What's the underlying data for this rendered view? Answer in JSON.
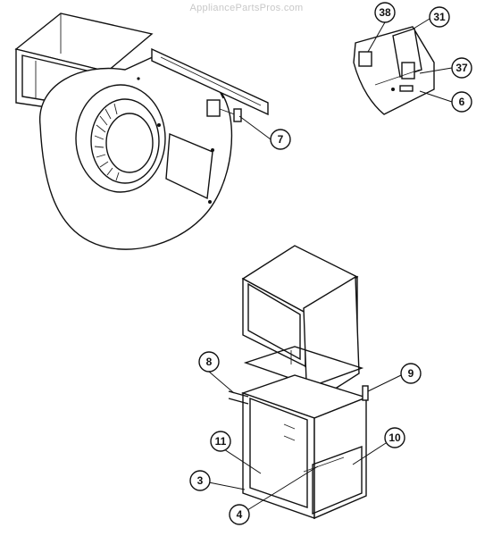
{
  "watermark": "AppliancePartsPros.com",
  "callouts": [
    "38",
    "31",
    "37",
    "6",
    "7",
    "8",
    "9",
    "11",
    "10",
    "3",
    "4"
  ]
}
